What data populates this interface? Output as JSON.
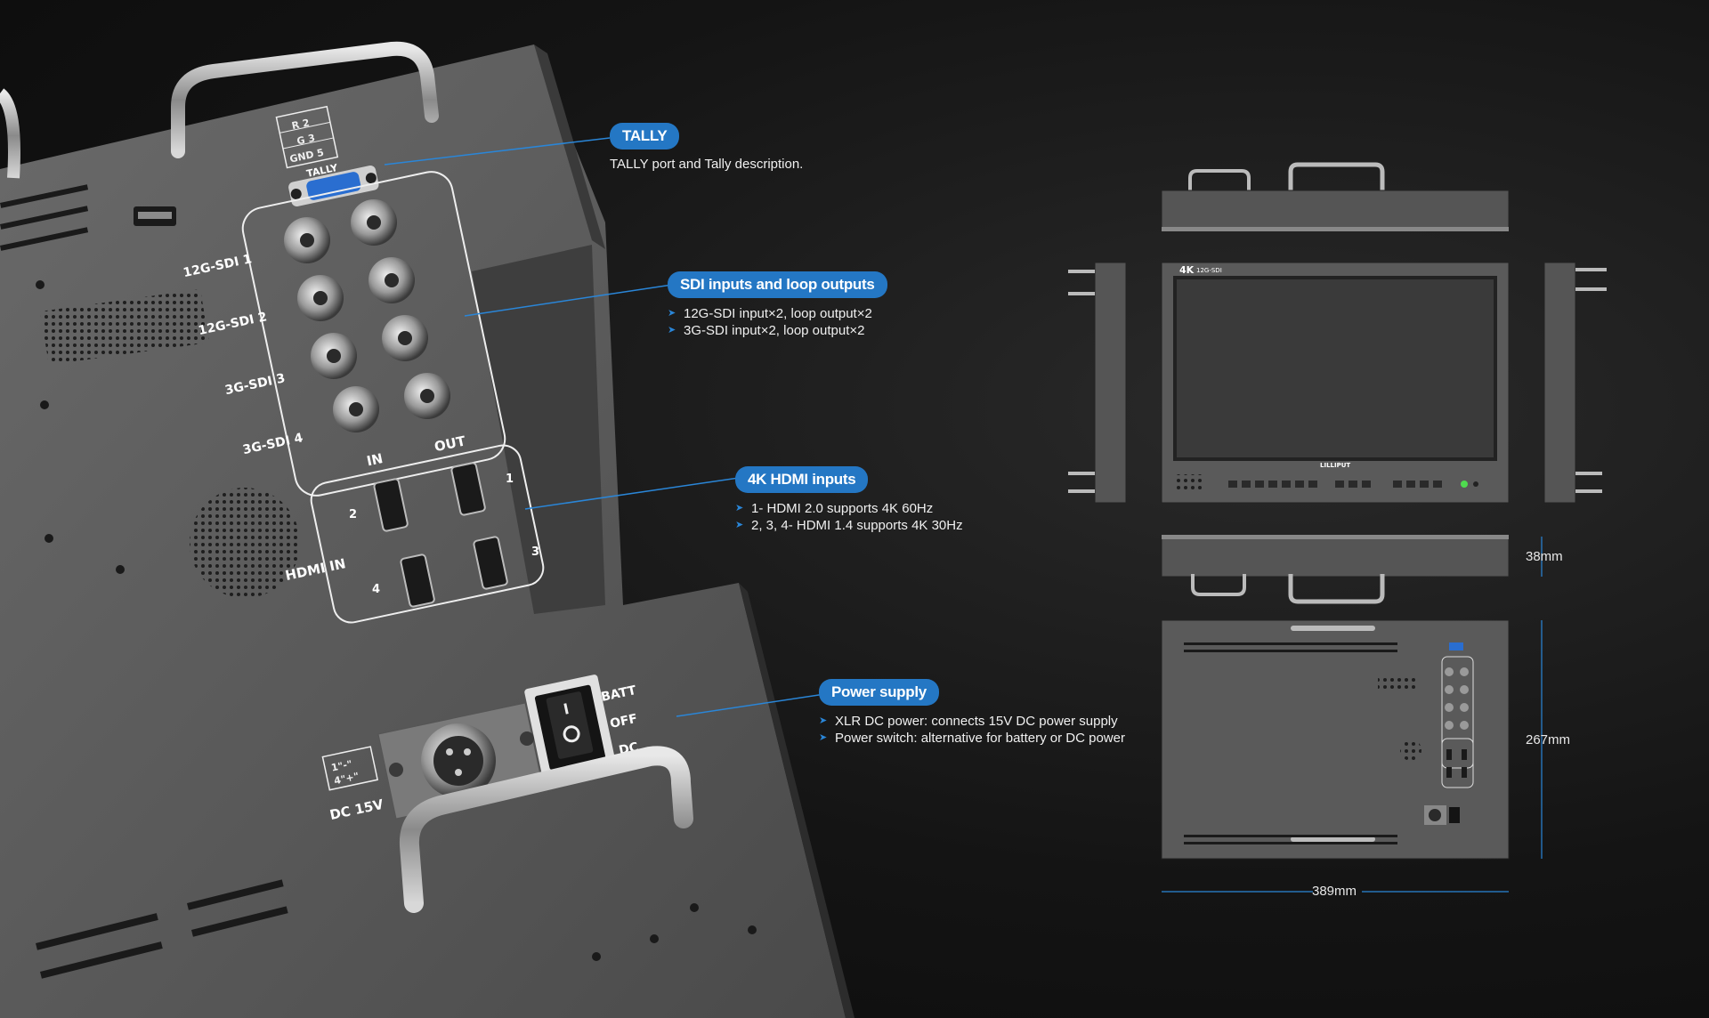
{
  "device": {
    "tally_pins": [
      "R  2",
      "G  3",
      "GND  5"
    ],
    "tally_label": "TALLY",
    "sdi_labels": [
      "12G-SDI 1",
      "12G-SDI 2",
      "3G-SDI 3",
      "3G-SDI 4"
    ],
    "sdi_in": "IN",
    "sdi_out": "OUT",
    "hdmi_numbers": [
      "1",
      "2",
      "3",
      "4"
    ],
    "hdmi_label": "HDMI IN",
    "xlr_pins": [
      "1\"-\"",
      "4\"+\""
    ],
    "dc_label": "DC 15V",
    "switch_labels": [
      "BATT",
      "OFF",
      "DC"
    ]
  },
  "callouts": {
    "tally": {
      "title": "TALLY",
      "description": "TALLY port and Tally description."
    },
    "sdi": {
      "title": "SDI inputs and loop outputs",
      "items": [
        "12G-SDI input×2, loop output×2",
        "3G-SDI input×2, loop output×2"
      ]
    },
    "hdmi": {
      "title": "4K HDMI inputs",
      "items": [
        "1- HDMI 2.0 supports 4K 60Hz",
        "2, 3, 4- HDMI 1.4 supports 4K 30Hz"
      ]
    },
    "power": {
      "title": "Power supply",
      "items": [
        "XLR DC power: connects 15V DC power supply",
        "Power switch: alternative for battery or DC power"
      ]
    }
  },
  "front_view": {
    "badge_4k": "4K",
    "badge_sdi": "12G-SDI",
    "brand": "LILLIPUT"
  },
  "dimensions": {
    "depth": "38mm",
    "height": "267mm",
    "width": "389mm"
  },
  "colors": {
    "accent": "#2477c4",
    "chassis": "#5a5a5a"
  }
}
